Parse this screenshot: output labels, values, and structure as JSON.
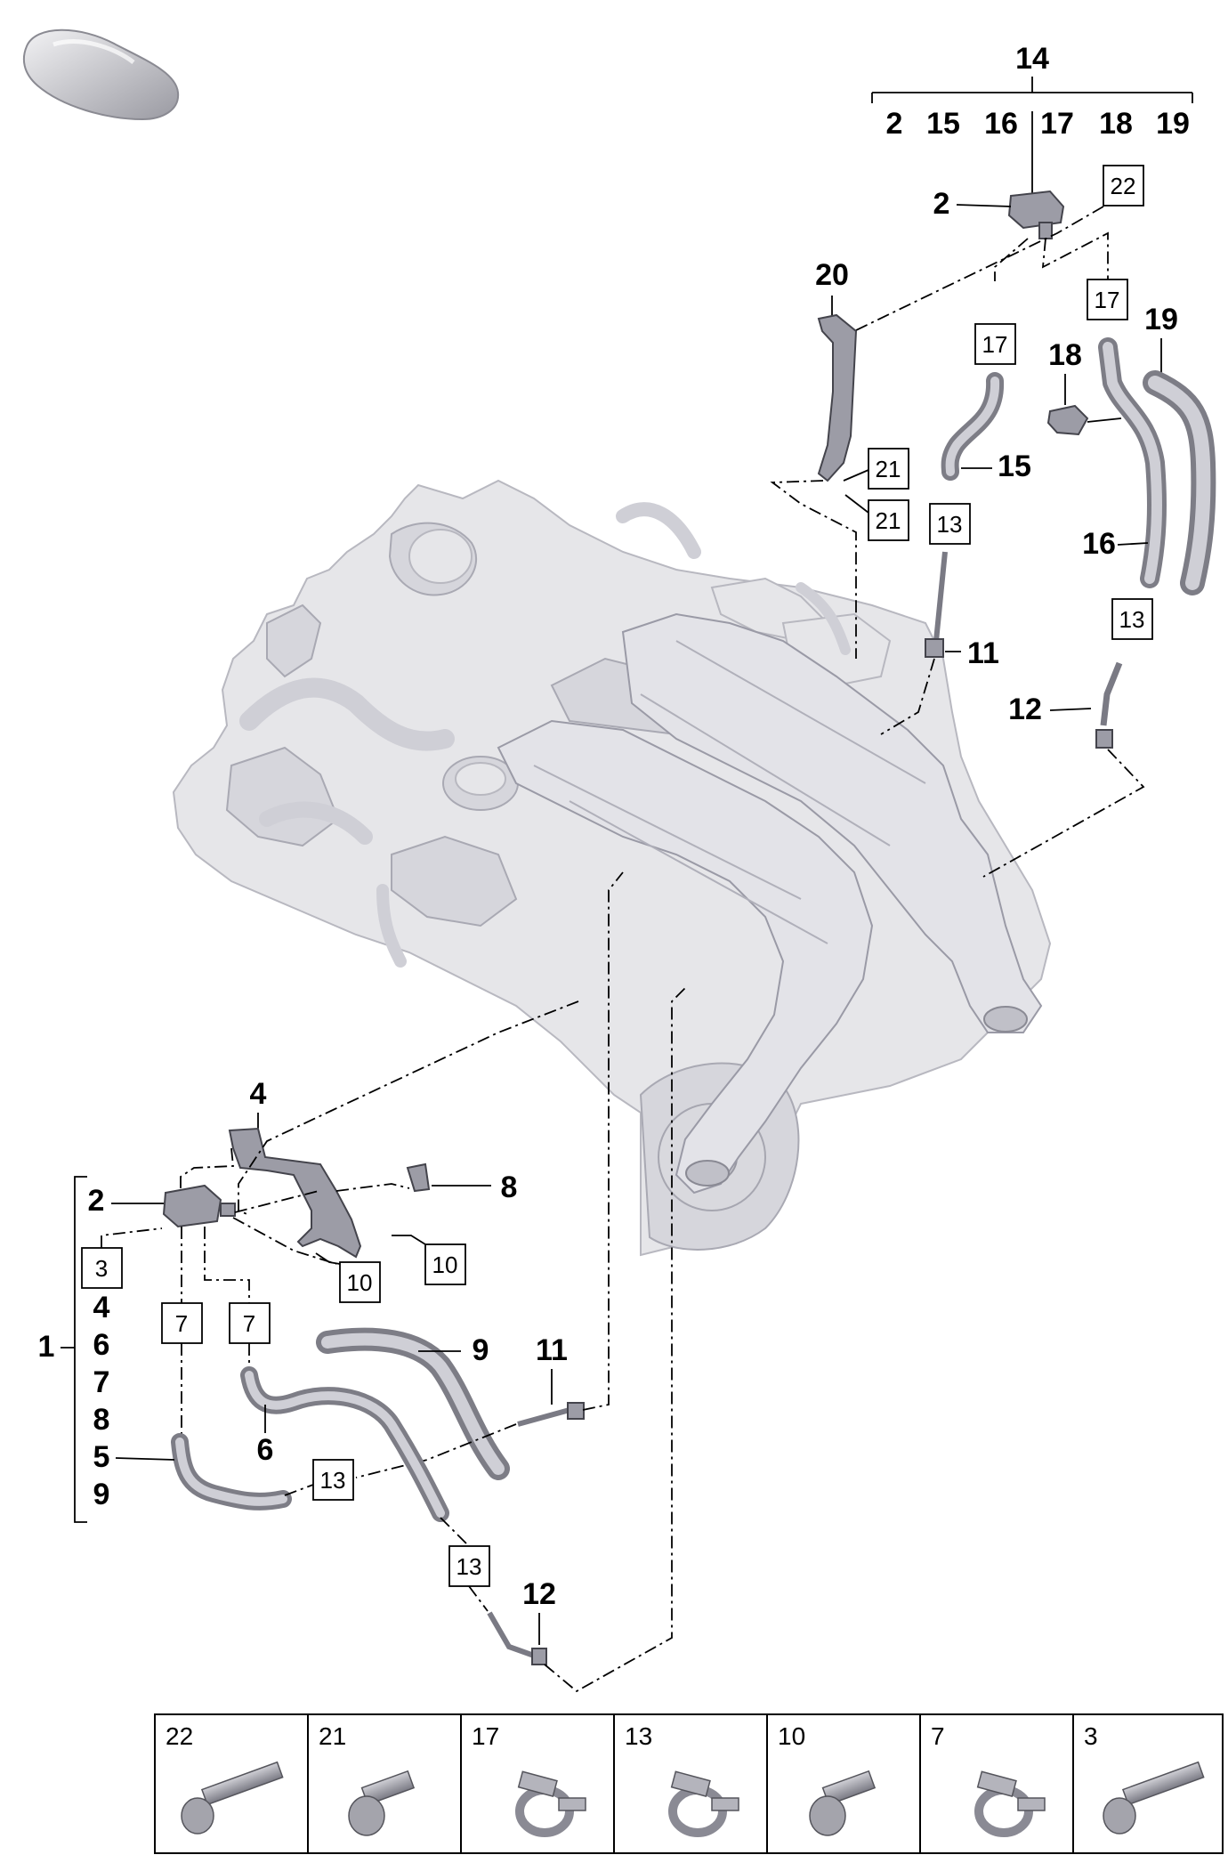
{
  "callouts": {
    "n14": "14",
    "group14": [
      "2",
      "15",
      "16",
      "17",
      "18",
      "19"
    ],
    "n2_top": "2",
    "n20": "20",
    "n18": "18",
    "n19": "19",
    "n15": "15",
    "n16": "16",
    "n11_top": "11",
    "n12_top": "12",
    "n4": "4",
    "n8": "8",
    "n2_bottom": "2",
    "n1": "1",
    "group1": [
      "4",
      "6",
      "7",
      "8",
      "5",
      "9"
    ],
    "n9": "9",
    "n11_bottom": "11",
    "n6": "6",
    "n5": "5",
    "n12_bottom": "12"
  },
  "boxes": {
    "b22": "22",
    "b17a": "17",
    "b17b": "17",
    "b21a": "21",
    "b21b": "21",
    "b13a": "13",
    "b13b": "13",
    "b10a": "10",
    "b10b": "10",
    "b3": "3",
    "b7a": "7",
    "b7b": "7",
    "b13c": "13",
    "b13d": "13"
  },
  "legend": {
    "items": [
      {
        "label": "22",
        "icon": "long-bolt-icon"
      },
      {
        "label": "21",
        "icon": "short-bolt-icon"
      },
      {
        "label": "17",
        "icon": "hose-clamp-icon"
      },
      {
        "label": "13",
        "icon": "hose-clamp-icon"
      },
      {
        "label": "10",
        "icon": "short-bolt-icon"
      },
      {
        "label": "7",
        "icon": "hose-clamp-icon"
      },
      {
        "label": "3",
        "icon": "long-bolt-icon"
      }
    ]
  }
}
